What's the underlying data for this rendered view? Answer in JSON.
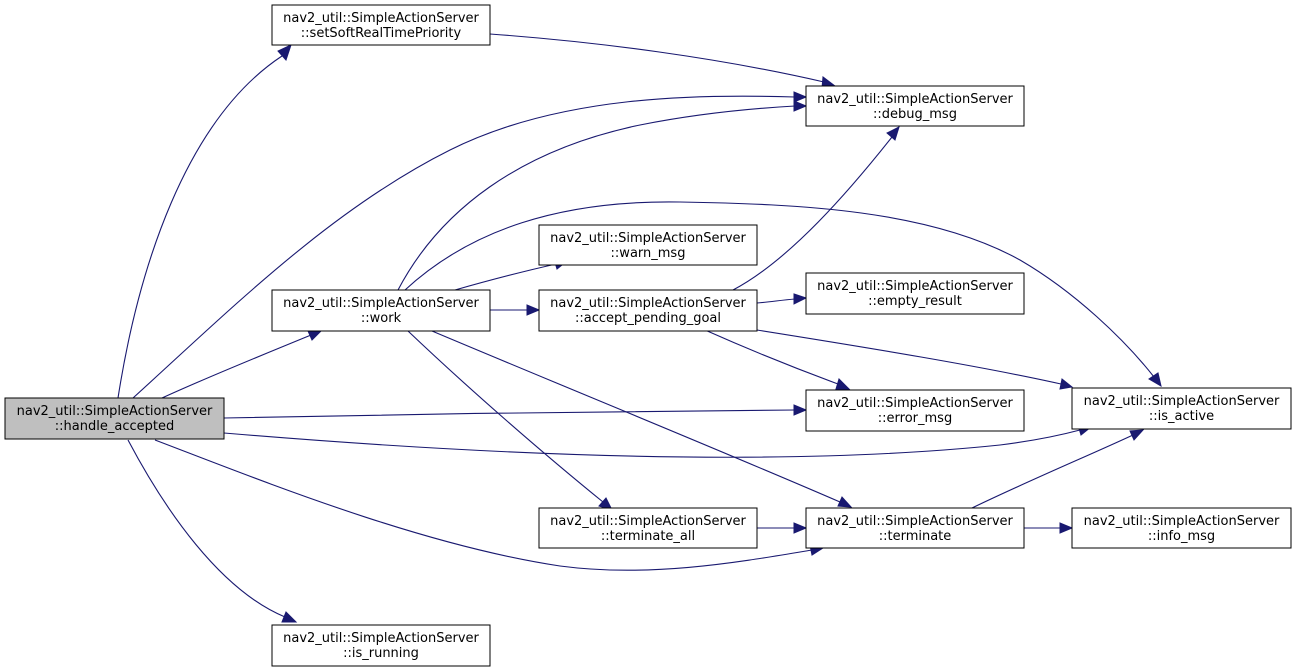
{
  "nodes": {
    "handle_accepted": {
      "line1": "nav2_util::SimpleActionServer",
      "line2": "::handle_accepted"
    },
    "setSoftRealTimePriority": {
      "line1": "nav2_util::SimpleActionServer",
      "line2": "::setSoftRealTimePriority"
    },
    "work": {
      "line1": "nav2_util::SimpleActionServer",
      "line2": "::work"
    },
    "is_running": {
      "line1": "nav2_util::SimpleActionServer",
      "line2": "::is_running"
    },
    "warn_msg": {
      "line1": "nav2_util::SimpleActionServer",
      "line2": "::warn_msg"
    },
    "accept_pending_goal": {
      "line1": "nav2_util::SimpleActionServer",
      "line2": "::accept_pending_goal"
    },
    "terminate_all": {
      "line1": "nav2_util::SimpleActionServer",
      "line2": "::terminate_all"
    },
    "debug_msg": {
      "line1": "nav2_util::SimpleActionServer",
      "line2": "::debug_msg"
    },
    "empty_result": {
      "line1": "nav2_util::SimpleActionServer",
      "line2": "::empty_result"
    },
    "error_msg": {
      "line1": "nav2_util::SimpleActionServer",
      "line2": "::error_msg"
    },
    "terminate": {
      "line1": "nav2_util::SimpleActionServer",
      "line2": "::terminate"
    },
    "is_active": {
      "line1": "nav2_util::SimpleActionServer",
      "line2": "::is_active"
    },
    "info_msg": {
      "line1": "nav2_util::SimpleActionServer",
      "line2": "::info_msg"
    }
  },
  "edges": [
    {
      "from": "handle_accepted",
      "to": "setSoftRealTimePriority"
    },
    {
      "from": "handle_accepted",
      "to": "debug_msg"
    },
    {
      "from": "handle_accepted",
      "to": "work"
    },
    {
      "from": "handle_accepted",
      "to": "error_msg"
    },
    {
      "from": "handle_accepted",
      "to": "is_active"
    },
    {
      "from": "handle_accepted",
      "to": "terminate"
    },
    {
      "from": "handle_accepted",
      "to": "is_running"
    },
    {
      "from": "setSoftRealTimePriority",
      "to": "debug_msg"
    },
    {
      "from": "work",
      "to": "debug_msg"
    },
    {
      "from": "work",
      "to": "is_active"
    },
    {
      "from": "work",
      "to": "warn_msg"
    },
    {
      "from": "work",
      "to": "accept_pending_goal"
    },
    {
      "from": "work",
      "to": "terminate_all"
    },
    {
      "from": "work",
      "to": "terminate"
    },
    {
      "from": "accept_pending_goal",
      "to": "debug_msg"
    },
    {
      "from": "accept_pending_goal",
      "to": "empty_result"
    },
    {
      "from": "accept_pending_goal",
      "to": "is_active"
    },
    {
      "from": "accept_pending_goal",
      "to": "error_msg"
    },
    {
      "from": "terminate_all",
      "to": "terminate"
    },
    {
      "from": "terminate",
      "to": "is_active"
    },
    {
      "from": "terminate",
      "to": "info_msg"
    }
  ]
}
